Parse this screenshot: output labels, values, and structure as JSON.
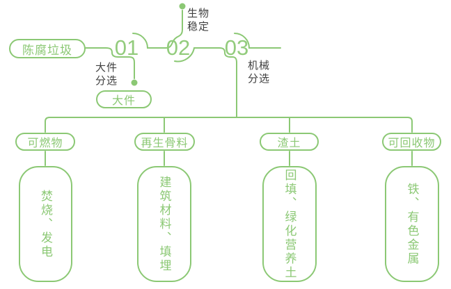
{
  "colors": {
    "line_green": "#8bc874",
    "number_green": "#93cc7d",
    "dark_text": "#3f3f3f",
    "background": "#ffffff"
  },
  "flow": {
    "source_label": "陈腐垃圾",
    "steps": [
      {
        "number": "01",
        "label": "大件\n分选",
        "output": "大件"
      },
      {
        "number": "02",
        "label": "生物\n稳定"
      },
      {
        "number": "03",
        "label": "机械\n分选"
      }
    ]
  },
  "branches": [
    {
      "category": "可燃物",
      "detail": "焚烧、发电"
    },
    {
      "category": "再生骨料",
      "detail": "建筑材料、填埋"
    },
    {
      "category": "渣土",
      "detail": "回填、绿化营养土"
    },
    {
      "category": "可回收物",
      "detail": "铁、有色金属"
    }
  ]
}
